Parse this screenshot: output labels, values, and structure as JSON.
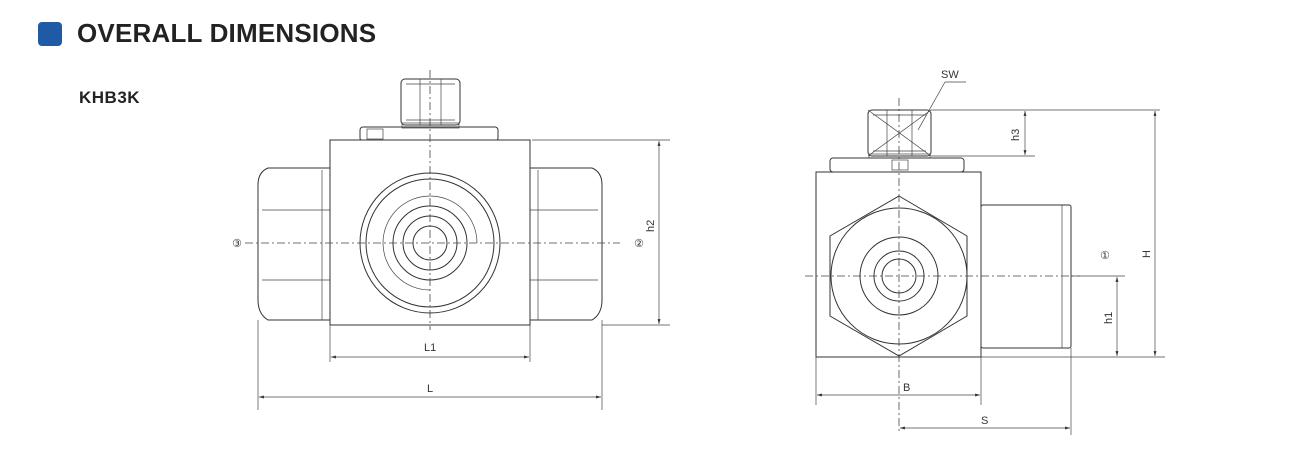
{
  "header": {
    "title": "OVERALL DIMENSIONS",
    "accent_color": "#1f5aa6"
  },
  "model": "KHB3K",
  "front_view": {
    "port_left": "③",
    "port_right": "②",
    "dim_h2": "h2",
    "dim_L1": "L1",
    "dim_L": "L"
  },
  "side_view": {
    "port": "①",
    "dim_SW": "SW",
    "dim_h3": "h3",
    "dim_H": "H",
    "dim_h1": "h1",
    "dim_B": "B",
    "dim_S": "S"
  }
}
